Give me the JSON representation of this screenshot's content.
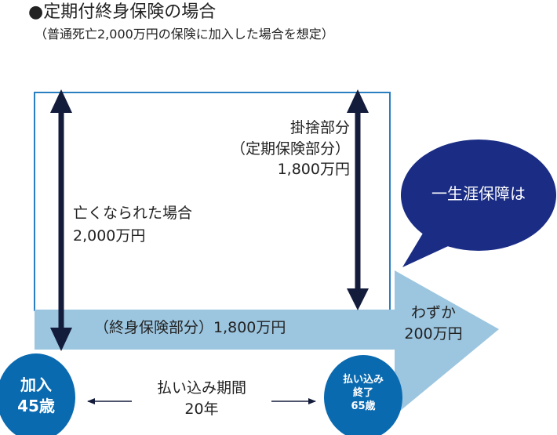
{
  "title": "●定期付終身保険の場合",
  "subtitle": "（普通死亡2,000万円の保険に加入した場合を想定）",
  "term_part": {
    "line1": "掛捨部分",
    "line2": "（定期保険部分）",
    "line3": "1,800万円"
  },
  "death_benefit": {
    "line1": "亡くなられた場合",
    "line2": "2,000万円"
  },
  "whole_life_part": "（終身保険部分）1,800万円",
  "remaining": {
    "line1": "わずか",
    "line2": "200万円"
  },
  "bubble": "一生涯保障は",
  "start": {
    "line1": "加入",
    "line2": "45歳"
  },
  "end": {
    "line1": "払い込み",
    "line2": "終了",
    "line3": "65歳"
  },
  "period": {
    "line1": "払い込み期間",
    "line2": "20年"
  },
  "colors": {
    "navy": "#141c3c",
    "light_blue": "#9cc6e0",
    "circle": "#0a6ab0",
    "bubble": "#1a2c84",
    "box": "#2a7fc0"
  }
}
